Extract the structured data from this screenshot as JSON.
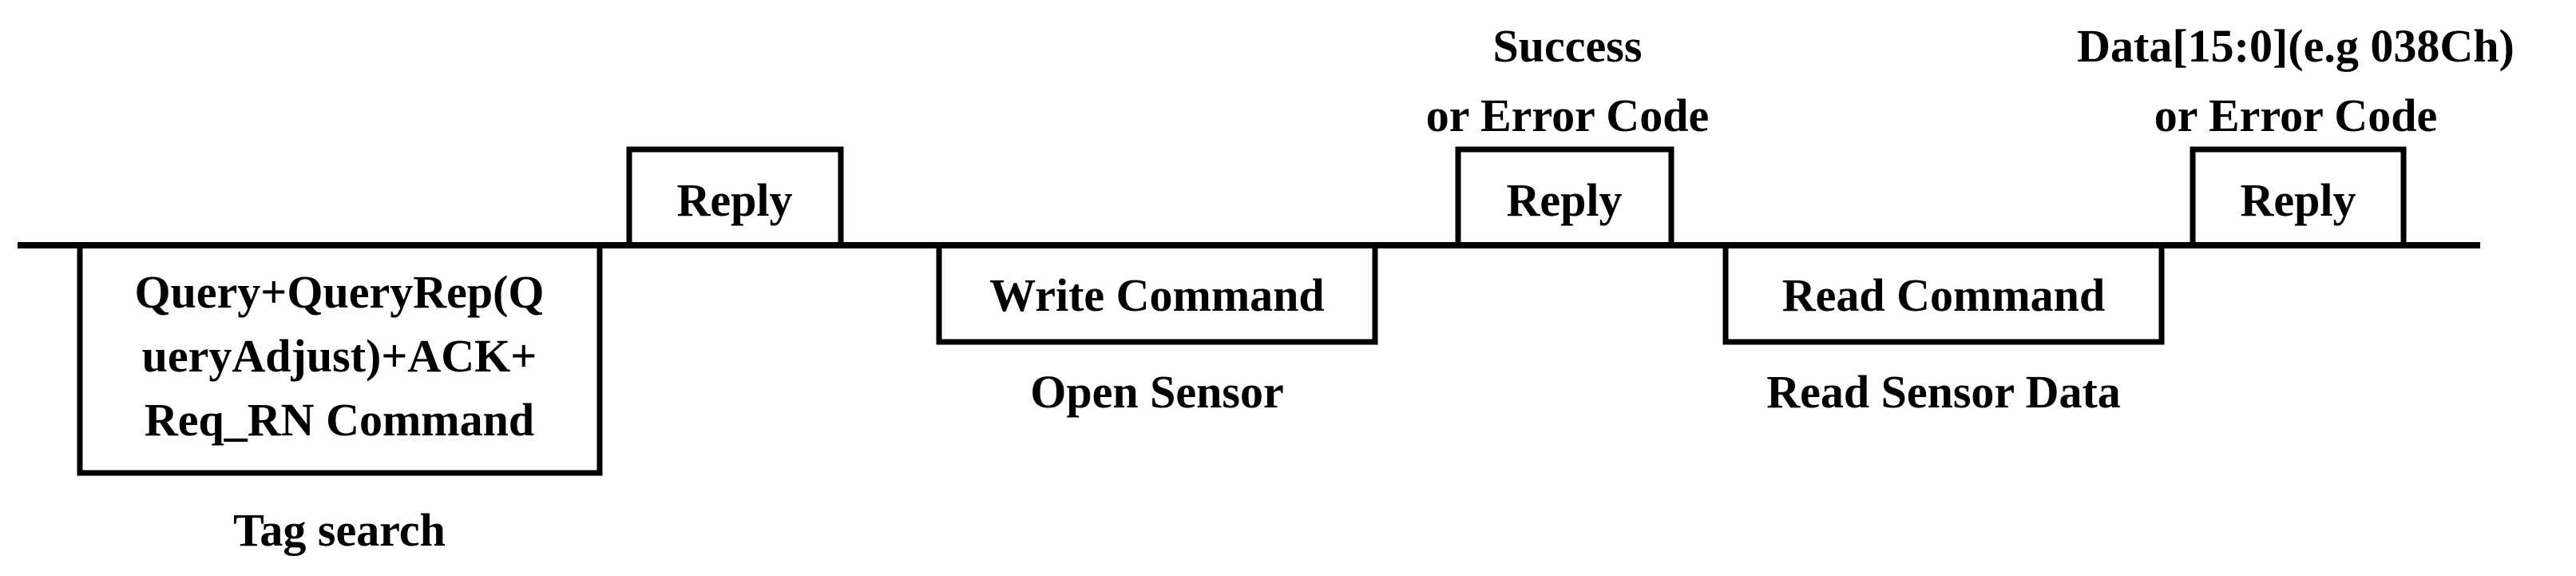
{
  "commands": [
    {
      "lines": [
        "Query+QueryRep(Q",
        "ueryAdjust)+ACK+",
        "Req_RN Command"
      ],
      "caption": "Tag search"
    },
    {
      "lines": [
        "Write Command"
      ],
      "caption": "Open Sensor"
    },
    {
      "lines": [
        "Read Command"
      ],
      "caption": "Read Sensor Data"
    }
  ],
  "replies": [
    {
      "label": "Reply",
      "note_lines": []
    },
    {
      "label": "Reply",
      "note_lines": [
        "Success",
        "or Error Code"
      ]
    },
    {
      "label": "Reply",
      "note_lines": [
        "Data[15:0](e.g 038Ch)",
        "or Error Code"
      ]
    }
  ]
}
